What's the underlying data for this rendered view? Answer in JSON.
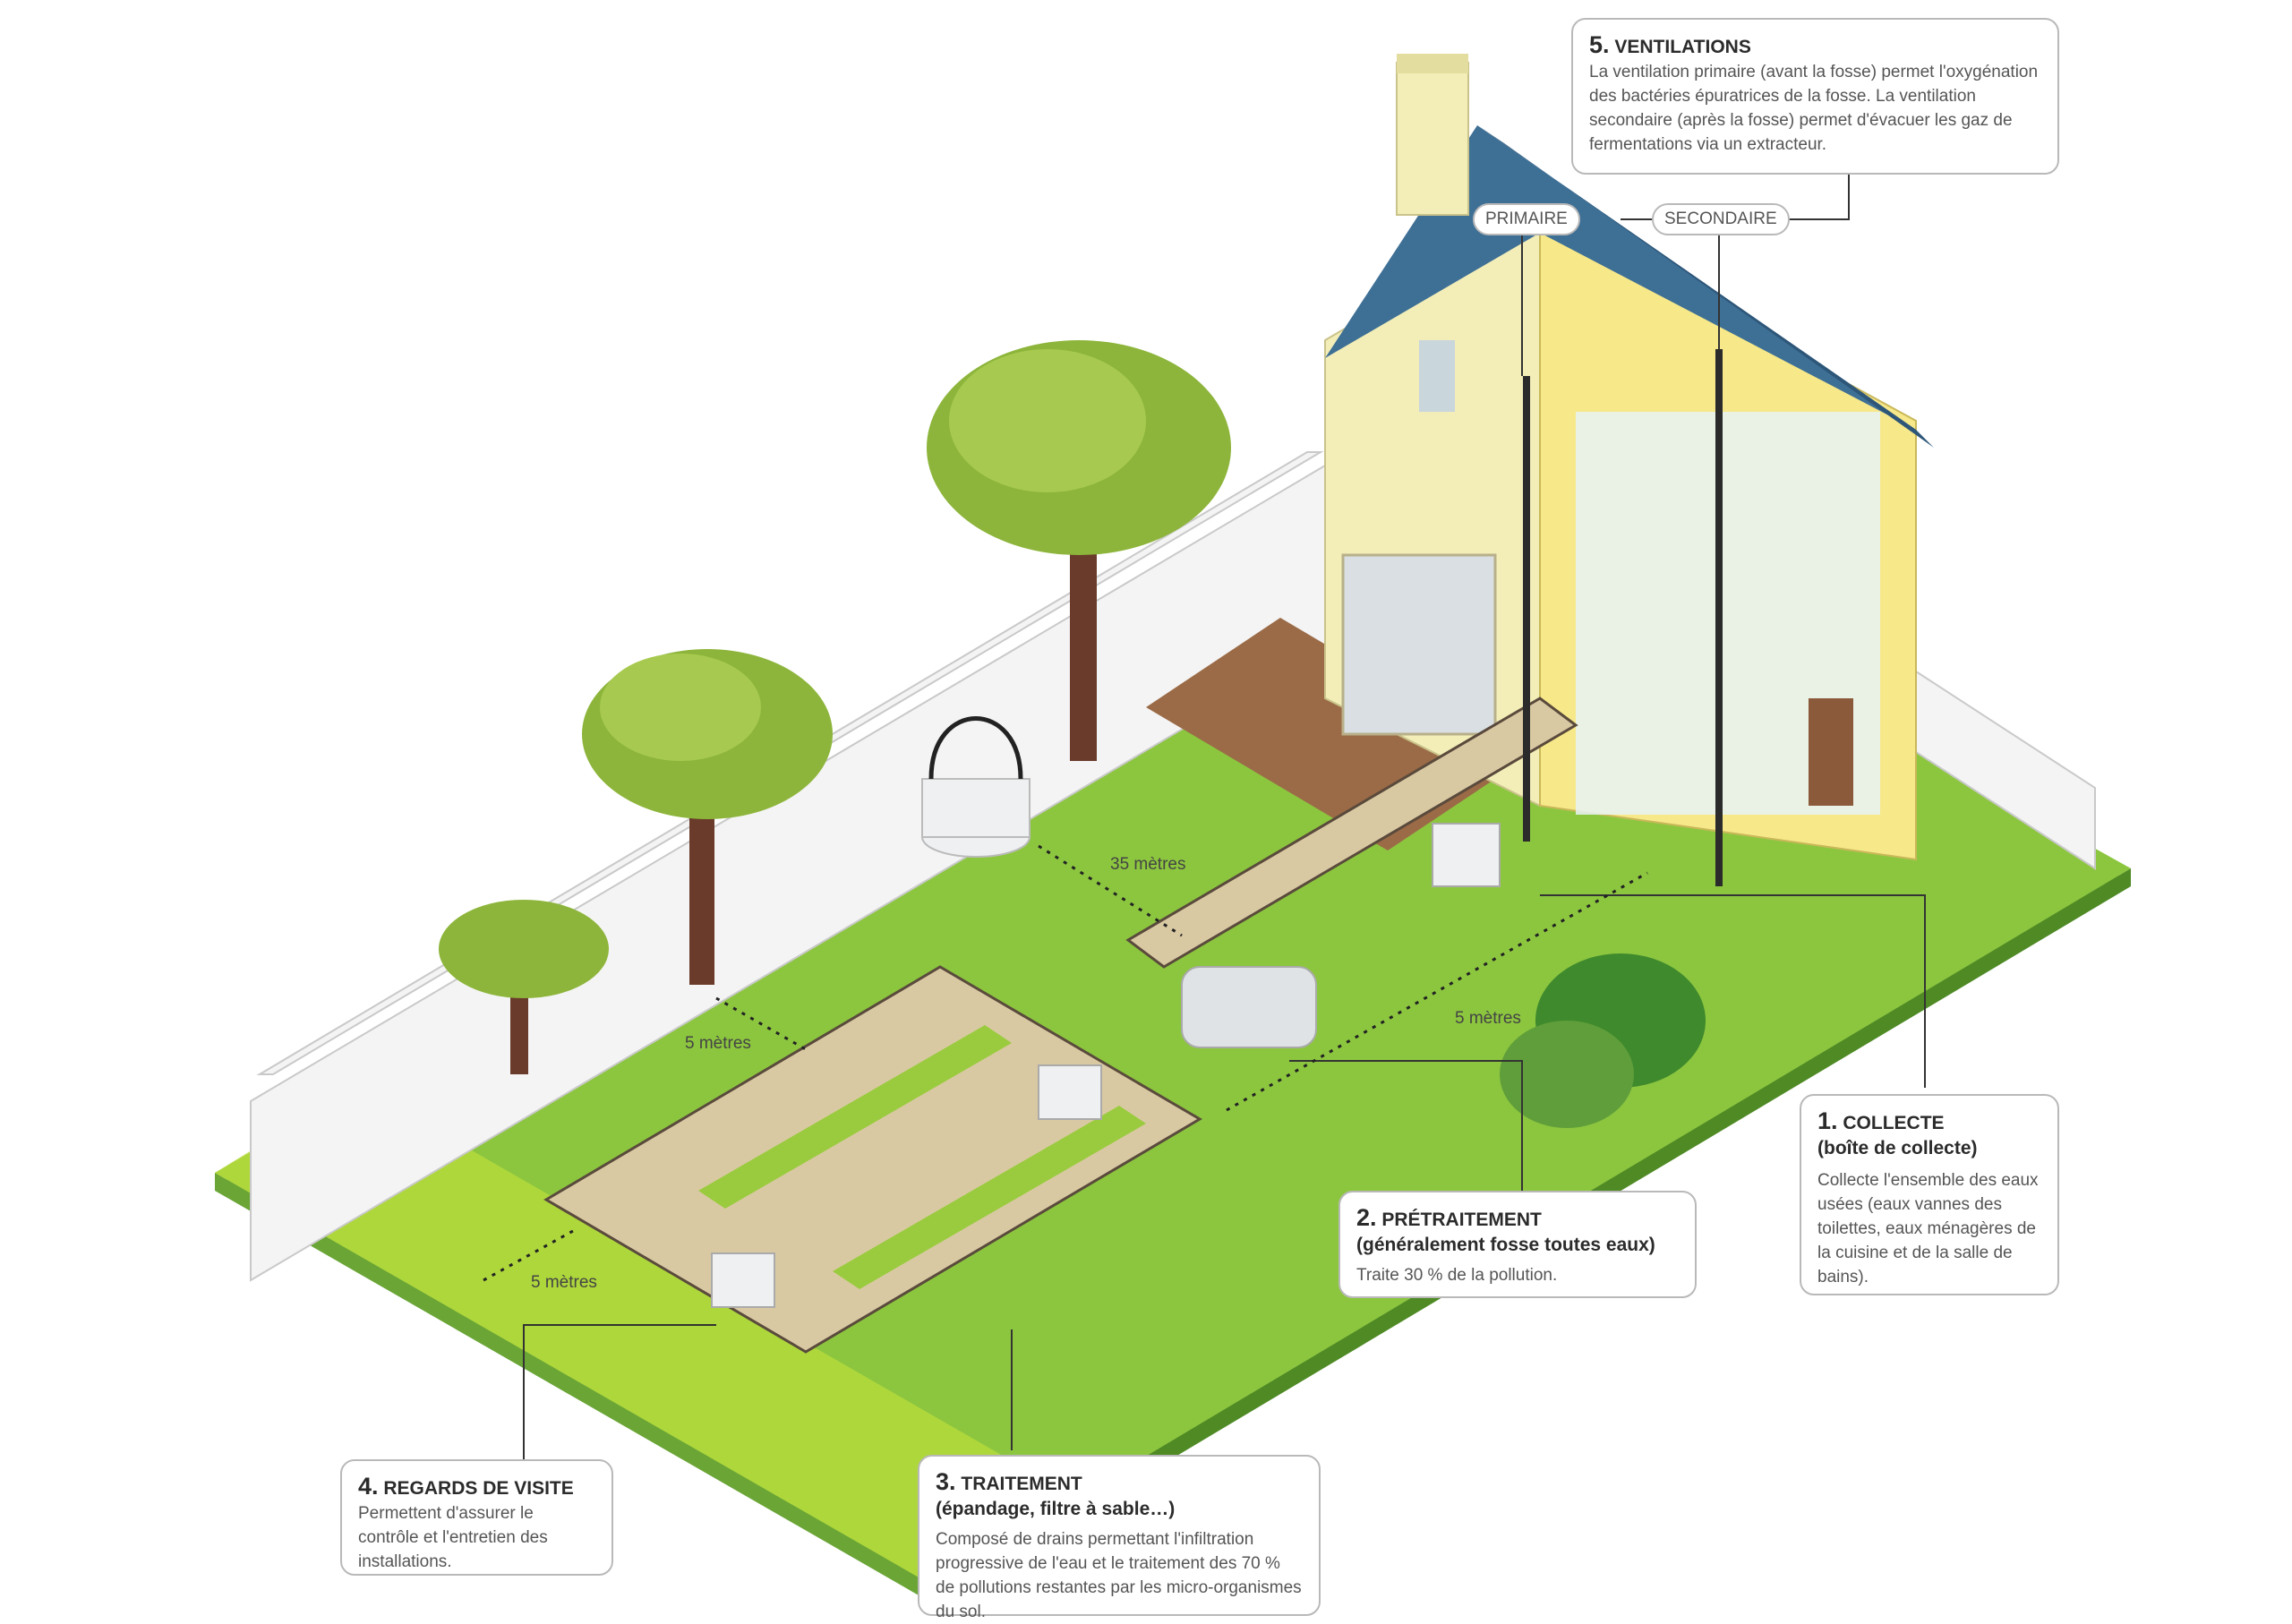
{
  "callouts": {
    "collecte": {
      "num": "1.",
      "title": "COLLECTE",
      "subtitle": "(boîte de collecte)",
      "body": "Collecte l'ensemble des eaux usées (eaux vannes des toilettes, eaux ménagères de la cuisine et de la salle de bains)."
    },
    "pretraitement": {
      "num": "2.",
      "title": "PRÉTRAITEMENT",
      "subtitle": "(généralement fosse toutes eaux)",
      "body": "Traite 30 % de la pollution."
    },
    "traitement": {
      "num": "3.",
      "title": "TRAITEMENT",
      "subtitle": "(épandage, filtre à sable…)",
      "body": "Composé de drains permettant l'infiltration progressive de l'eau et le traitement des 70 % de pollutions restantes par les micro-organismes du sol."
    },
    "regards": {
      "num": "4.",
      "title": "REGARDS DE VISITE",
      "body": "Permettent d'assurer le contrôle et l'entretien des installations."
    },
    "ventilations": {
      "num": "5.",
      "title": "VENTILATIONS",
      "body": "La ventilation primaire (avant la fosse) permet l'oxygénation des bactéries épuratrices de la fosse. La ventilation secondaire (après la fosse) permet d'évacuer les gaz de fermentations via un extracteur."
    }
  },
  "vent_labels": {
    "primaire": "PRIMAIRE",
    "secondaire": "SECONDAIRE"
  },
  "distances": {
    "well": "35 mètres",
    "tree": "5 mètres",
    "fence": "5 mètres",
    "house": "5 mètres"
  },
  "colors": {
    "grass": "#7fc241",
    "grass_light": "#a6d447",
    "roof": "#3e6f95",
    "wall": "#f3eeb8",
    "soil": "#5a4a3c",
    "gravel": "#d9c9a3",
    "pipe": "#cfd3d6",
    "deck": "#9b6b47"
  }
}
